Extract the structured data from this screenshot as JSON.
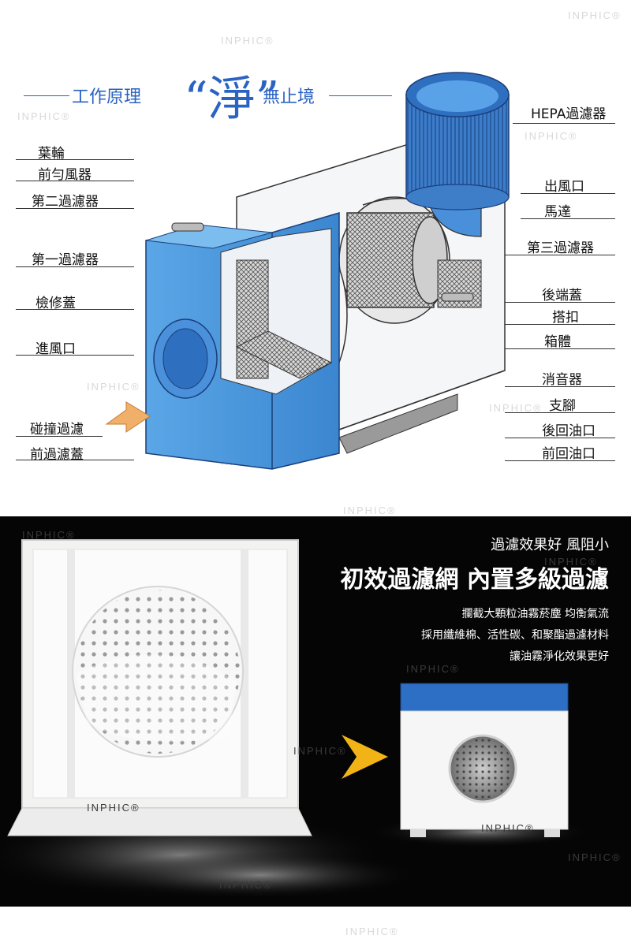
{
  "watermark": "INPHIC®",
  "header": {
    "left": "工作原理",
    "big": "“淨”",
    "right": "無止境"
  },
  "labels_left": [
    "葉輪",
    "前勻風器",
    "第二過濾器",
    "第一過濾器",
    "檢修蓋",
    "進風口",
    "碰撞過濾",
    "前過濾蓋"
  ],
  "labels_right": [
    "HEPA過濾器",
    "出風口",
    "馬達",
    "第三過濾器",
    "後端蓋",
    "搭扣",
    "箱體",
    "消音器",
    "支腳",
    "後回油口",
    "前回油口"
  ],
  "bottom": {
    "line1": "過濾效果好 風阻小",
    "headline": "初效過濾網 內置多級過濾",
    "desc": [
      "攔截大顆粒油霧菸塵 均衡氣流",
      "採用纖維棉、活性碳、和聚酯過濾材料",
      "讓油霧淨化效果更好"
    ]
  },
  "colors": {
    "accent_blue": "#2b63c2",
    "box_blue": "#3f8fd6",
    "arrow_yellow": "#f2b316",
    "arrow_peach": "#f0b06a"
  }
}
